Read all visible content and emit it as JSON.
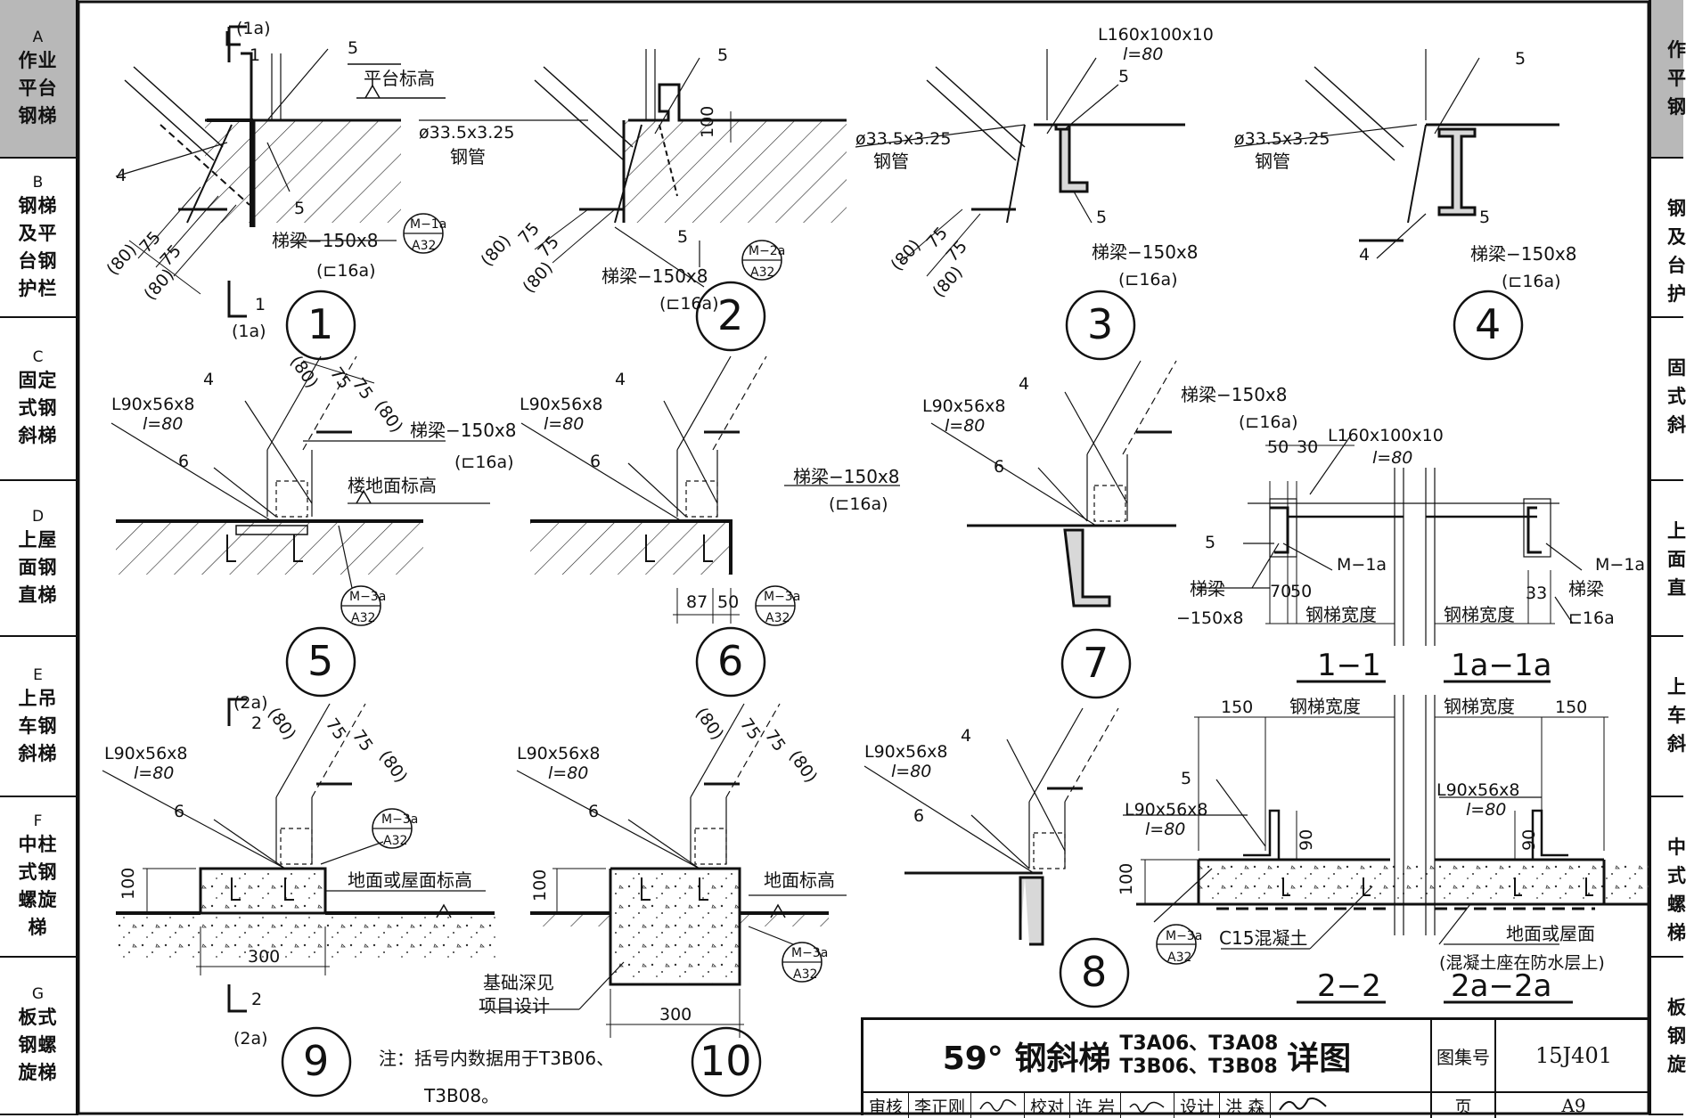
{
  "sidebar": {
    "tabs": [
      {
        "letter": "A",
        "lines": [
          "作业",
          "平台",
          "钢梯"
        ],
        "active": true
      },
      {
        "letter": "B",
        "lines": [
          "钢梯",
          "及平",
          "台钢",
          "护栏"
        ]
      },
      {
        "letter": "C",
        "lines": [
          "固定",
          "式钢",
          "斜梯"
        ]
      },
      {
        "letter": "D",
        "lines": [
          "上屋",
          "面钢",
          "直梯"
        ]
      },
      {
        "letter": "E",
        "lines": [
          "上吊",
          "车钢",
          "斜梯"
        ]
      },
      {
        "letter": "F",
        "lines": [
          "中柱",
          "式钢",
          "螺旋",
          "梯"
        ]
      },
      {
        "letter": "G",
        "lines": [
          "板式",
          "钢螺",
          "旋梯"
        ]
      }
    ]
  },
  "right_tabs": [
    "作平钢",
    "钢及台护",
    "固式斜",
    "上面直",
    "上车斜",
    "中式螺梯",
    "板钢旋"
  ],
  "details": {
    "d1": {
      "num": "1",
      "sec_top": "(1a)",
      "sec_top_n": "1",
      "sec_bot_n": "1",
      "sec_bot": "(1a)",
      "platform": "平台标高",
      "beam": "梯梁−150x8",
      "beam_alt": "(⊏16a)",
      "ref_a": "M−1a",
      "ref_b": "A32",
      "w5": "5",
      "w4": "4",
      "d75a": "75",
      "d75b": "75",
      "d80a": "(80)",
      "d80b": "(80)"
    },
    "d2": {
      "num": "2",
      "pipe": "ø33.5x3.25",
      "pipe_cn": "钢管",
      "beam": "梯梁−150x8",
      "beam_alt": "(⊏16a)",
      "ref_a": "M−2a",
      "ref_b": "A32",
      "dim100": "100",
      "w5": "5",
      "d75a": "75",
      "d75b": "75",
      "d80a": "(80)",
      "d80b": "(80)"
    },
    "d3": {
      "num": "3",
      "angle": "L160x100x10",
      "l80": "l=80",
      "pipe": "ø33.5x3.25",
      "pipe_cn": "钢管",
      "beam": "梯梁−150x8",
      "beam_alt": "(⊏16a)",
      "w5": "5",
      "d75a": "75",
      "d75b": "75",
      "d80a": "(80)",
      "d80b": "(80)"
    },
    "d4": {
      "num": "4",
      "pipe": "ø33.5x3.25",
      "pipe_cn": "钢管",
      "beam": "梯梁−150x8",
      "beam_alt": "(⊏16a)",
      "w5": "5",
      "w4": "4"
    },
    "d5": {
      "num": "5",
      "angle": "L90x56x8",
      "l80": "l=80",
      "beam": "梯梁−150x8",
      "beam_alt": "(⊏16a)",
      "floor": "楼地面标高",
      "ref_a": "M−3a",
      "ref_b": "A32",
      "w4": "4",
      "w6": "6",
      "d80a": "(80)",
      "d75a": "75",
      "d75b": "75",
      "d80b": "(80)"
    },
    "d6": {
      "num": "6",
      "angle": "L90x56x8",
      "l80": "l=80",
      "beam": "梯梁−150x8",
      "beam_alt": "(⊏16a)",
      "ref_a": "M−3a",
      "ref_b": "A32",
      "d87": "87",
      "d50": "50",
      "w4": "4",
      "w6": "6"
    },
    "d7": {
      "num": "7",
      "angle": "L90x56x8",
      "l80": "l=80",
      "beam": "梯梁−150x8",
      "beam_alt": "(⊏16a)",
      "w4": "4",
      "w6": "6"
    },
    "d8": {
      "num": "8",
      "angle": "L90x56x8",
      "l80": "l=80",
      "w4": "4",
      "w6": "6"
    },
    "d9": {
      "num": "9",
      "sec_top": "(2a)",
      "sec_top_n": "2",
      "sec_bot_n": "2",
      "sec_bot": "(2a)",
      "angle": "L90x56x8",
      "l80": "l=80",
      "ref_a": "M−3a",
      "ref_b": "A32",
      "ground": "地面或屋面标高",
      "d100": "100",
      "d300": "300",
      "w6": "6",
      "d80a": "(80)",
      "d75a": "75",
      "d75b": "75",
      "d80b": "(80)"
    },
    "d10": {
      "num": "10",
      "angle": "L90x56x8",
      "l80": "l=80",
      "ground": "地面标高",
      "found1": "基础深见",
      "found2": "项目设计",
      "ref_a": "M−3a",
      "ref_b": "A32",
      "d100": "100",
      "d300": "300",
      "w6": "6",
      "d80a": "(80)",
      "d75a": "75",
      "d75b": "75",
      "d80b": "(80)"
    }
  },
  "section11": {
    "title": "1−1",
    "title_a": "1a−1a",
    "d50": "50",
    "d30": "30",
    "angle": "L160x100x10",
    "l80": "l=80",
    "m1a": "M−1a",
    "m1a_r": "M−1a",
    "beam_l1": "梯梁",
    "beam_l2": "−150x8",
    "beam_r1": "梯梁",
    "beam_r2": "⊏16a",
    "d70": "70",
    "d50b": "50",
    "d33": "33",
    "width_l": "钢梯宽度",
    "width_r": "钢梯宽度",
    "w5": "5"
  },
  "section22": {
    "title": "2−2",
    "title_a": "2a−2a",
    "d150l": "150",
    "d150r": "150",
    "width_l": "钢梯宽度",
    "width_r": "钢梯宽度",
    "angle_l": "L90x56x8",
    "l80_l": "l=80",
    "angle_r": "L90x56x8",
    "l80_r": "l=80",
    "d90l": "90",
    "d90r": "90",
    "d100": "100",
    "concrete": "C15混凝土",
    "ground": "地面或屋面",
    "note": "(混凝土座在防水层上)",
    "ref_a": "M−3a",
    "ref_b": "A32",
    "w5": "5"
  },
  "note": {
    "line1": "注：括号内数据用于T3B06、",
    "line2": "T3B08。"
  },
  "title_block": {
    "title_main": "59° 钢斜梯",
    "codes1": "T3A06、T3A08",
    "codes2": "T3B06、T3B08",
    "title_tail": "详图",
    "atlas_label": "图集号",
    "atlas_no": "15J401",
    "review_label": "审核",
    "reviewer": "李正刚",
    "check_label": "校对",
    "checker": "许 岩",
    "design_label": "设计",
    "designer": "洪 森",
    "page_label": "页",
    "page_no": "A9"
  }
}
